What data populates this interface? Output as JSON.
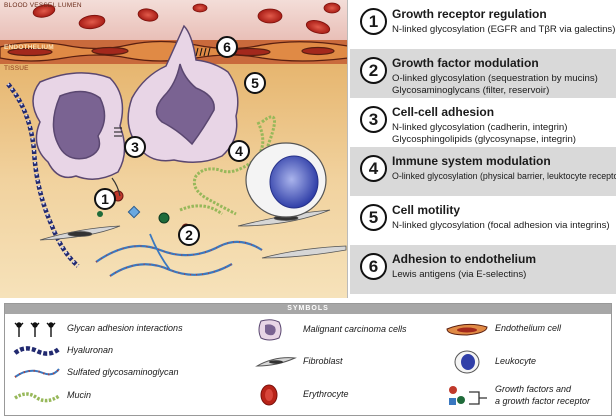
{
  "illustration": {
    "labels": {
      "lumen": "BLOOD VESSEL LUMEN",
      "endothelium": "ENDOTHELIUM",
      "tissue": "TISSUE"
    },
    "markers": [
      "1",
      "2",
      "3",
      "4",
      "5",
      "6"
    ]
  },
  "functions": [
    {
      "number": "1",
      "title": "Growth receptor regulation",
      "lines": [
        "N-linked glycosylation (EGFR and TβR via galectins)"
      ]
    },
    {
      "number": "2",
      "title": "Growth factor modulation",
      "lines": [
        "O-linked glycosylation (sequestration by mucins)",
        "Glycosaminoglycans (filter, reservoir)"
      ]
    },
    {
      "number": "3",
      "title": "Cell-cell adhesion",
      "lines": [
        "N-linked glycosylation (cadherin, integrin)",
        "Glycosphingolipids (glycosynapse, integrin)"
      ]
    },
    {
      "number": "4",
      "title": "Immune system modulation",
      "lines": [
        "O-linked glycosylation (physical barrier, leuktocyte receptors)"
      ]
    },
    {
      "number": "5",
      "title": "Cell motility",
      "lines": [
        "N-linked glycosylation (focal adhesion via integrins)"
      ]
    },
    {
      "number": "6",
      "title": "Adhesion to endothelium",
      "lines": [
        "Lewis antigens (via E-selectins)"
      ]
    }
  ],
  "symbols": {
    "header": "SYMBOLS",
    "items": {
      "glycan": "Glycan adhesion interactions",
      "hyaluronan": "Hyaluronan",
      "sulfated": "Sulfated glycosaminoglycan",
      "mucin": "Mucin",
      "carcinoma": "Malignant carcinoma cells",
      "fibroblast": "Fibroblast",
      "erythrocyte": "Erythrocyte",
      "endothelium": "Endothelium cell",
      "leukocyte": "Leukocyte",
      "growth_line1": "Growth factors and",
      "growth_line2": "a growth factor receptor"
    }
  }
}
